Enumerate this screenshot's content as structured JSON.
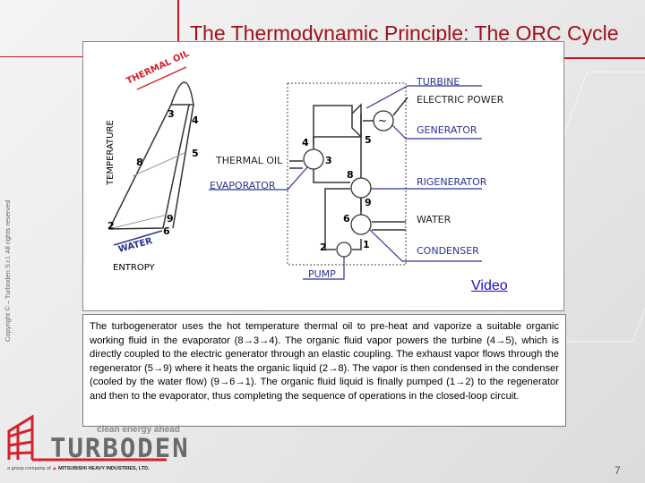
{
  "title": "The Thermodynamic Principle: The ORC Cycle",
  "diagram": {
    "ts": {
      "thermal_oil": "THERMAL OIL",
      "temperature": "TEMPERATURE",
      "entropy": "ENTROPY",
      "water": "WATER",
      "points": {
        "p2": "2",
        "p3": "3",
        "p4": "4",
        "p5": "5",
        "p6": "6",
        "p8": "8",
        "p9": "9"
      }
    },
    "plant": {
      "turbine": "TURBINE",
      "electric_power": "ELECTRIC POWER",
      "generator": "GENERATOR",
      "thermal_oil": "THERMAL OIL",
      "evaporator": "EVAPORATOR",
      "rigenerator": "RIGENERATOR",
      "water": "WATER",
      "condenser": "CONDENSER",
      "pump": "PUMP",
      "points": {
        "p1": "1",
        "p2": "2",
        "p3": "3",
        "p4": "4",
        "p5": "5",
        "p6": "6",
        "p8": "8",
        "p9": "9"
      }
    },
    "video_link": "Video",
    "colors": {
      "red": "#d4202a",
      "blue": "#2a3590"
    }
  },
  "description": "The turbogenerator uses the hot temperature thermal oil to pre-heat and vaporize a suitable organic working fluid in the evaporator (8→3→4). The organic fluid vapor powers the turbine (4→5), which is directly coupled to the electric generator through an elastic coupling. The exhaust vapor flows through the regenerator (5→9) where it heats the organic liquid (2→8). The vapor is then condensed in the condenser (cooled by the water flow) (9→6→1). The organic fluid liquid is finally pumped (1→2) to the regenerator and then to the evaporator, thus completing the sequence of operations in the closed-loop circuit.",
  "copyright": "Copyright © – Turboden S.r.l. All rights reserved",
  "page_number": "7",
  "logo": {
    "tagline": "clean energy ahead",
    "brand": "TURBODEN",
    "group_prefix": "a group company of",
    "group_name": "MITSUBISHI HEAVY INDUSTRIES, LTD."
  }
}
